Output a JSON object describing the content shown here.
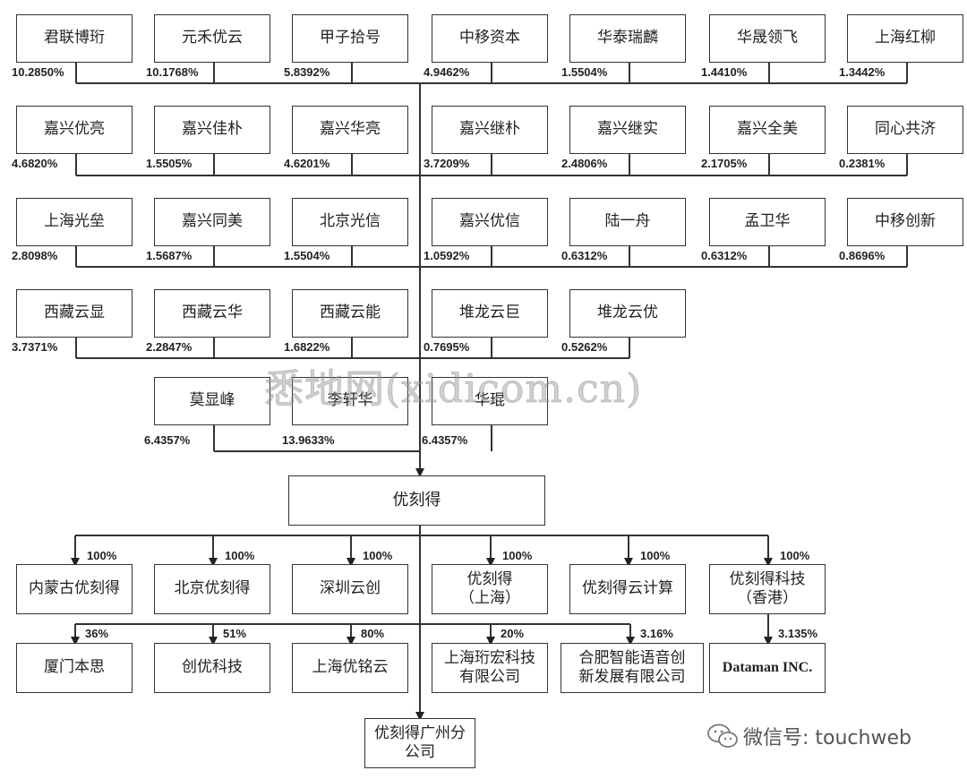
{
  "shareholders": {
    "row1": [
      {
        "name": "君联博珩",
        "pct": "10.2850%"
      },
      {
        "name": "元禾优云",
        "pct": "10.1768%"
      },
      {
        "name": "甲子拾号",
        "pct": "5.8392%"
      },
      {
        "name": "中移资本",
        "pct": "4.9462%"
      },
      {
        "name": "华泰瑞麟",
        "pct": "1.5504%"
      },
      {
        "name": "华晟领飞",
        "pct": "1.4410%"
      },
      {
        "name": "上海红柳",
        "pct": "1.3442%"
      }
    ],
    "row2": [
      {
        "name": "嘉兴优亮",
        "pct": "4.6820%"
      },
      {
        "name": "嘉兴佳朴",
        "pct": "1.5505%"
      },
      {
        "name": "嘉兴华亮",
        "pct": "4.6201%"
      },
      {
        "name": "嘉兴继朴",
        "pct": "3.7209%"
      },
      {
        "name": "嘉兴继实",
        "pct": "2.4806%"
      },
      {
        "name": "嘉兴全美",
        "pct": "2.1705%"
      },
      {
        "name": "同心共济",
        "pct": "0.2381%"
      }
    ],
    "row3": [
      {
        "name": "上海光垒",
        "pct": "2.8098%"
      },
      {
        "name": "嘉兴同美",
        "pct": "1.5687%"
      },
      {
        "name": "北京光信",
        "pct": "1.5504%"
      },
      {
        "name": "嘉兴优信",
        "pct": "1.0592%"
      },
      {
        "name": "陆一舟",
        "pct": "0.6312%"
      },
      {
        "name": "孟卫华",
        "pct": "0.6312%"
      },
      {
        "name": "中移创新",
        "pct": "0.8696%"
      }
    ],
    "row4": [
      {
        "name": "西藏云显",
        "pct": "3.7371%"
      },
      {
        "name": "西藏云华",
        "pct": "2.2847%"
      },
      {
        "name": "西藏云能",
        "pct": "1.6822%"
      },
      {
        "name": "堆龙云巨",
        "pct": "0.7695%"
      },
      {
        "name": "堆龙云优",
        "pct": "0.5262%"
      }
    ],
    "row5": [
      {
        "name": "莫显峰",
        "pct": "6.4357%"
      },
      {
        "name": "李轩华",
        "pct": "13.9633%"
      },
      {
        "name": "华琨",
        "pct": "6.4357%"
      }
    ]
  },
  "company": {
    "name": "优刻得"
  },
  "subsidiaries": [
    {
      "name": "内蒙古优刻得",
      "pct": "100%"
    },
    {
      "name": "北京优刻得",
      "pct": "100%"
    },
    {
      "name": "深圳云创",
      "pct": "100%"
    },
    {
      "name": "优刻得\n（上海）",
      "pct": "100%"
    },
    {
      "name": "优刻得云计算",
      "pct": "100%"
    },
    {
      "name": "优刻得科技\n（香港）",
      "pct": "100%"
    }
  ],
  "investees": [
    {
      "name": "厦门本思",
      "pct": "36%"
    },
    {
      "name": "创优科技",
      "pct": "51%"
    },
    {
      "name": "上海优铭云",
      "pct": "80%"
    },
    {
      "name": "上海珩宏科技\n有限公司",
      "pct": "20%"
    },
    {
      "name": "合肥智能语音创\n新发展有限公司",
      "pct": "3.16%"
    },
    {
      "name": "Dataman INC.",
      "pct": "3.135%"
    }
  ],
  "branch": {
    "name": "优刻得广州分\n公司"
  },
  "watermark": "悉地网(xidicom.cn)",
  "footer": {
    "wechat_label": "微信号: touchweb"
  },
  "colors": {
    "line": "#333333",
    "border": "#333333",
    "watermark": "#969696"
  }
}
